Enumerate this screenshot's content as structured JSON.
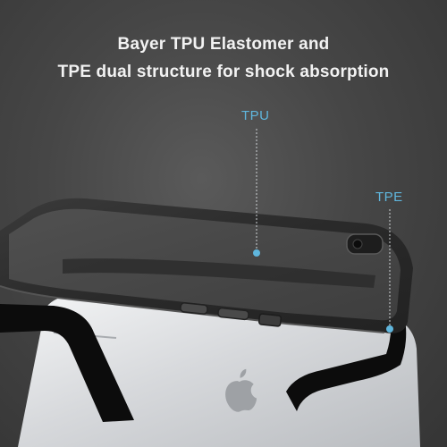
{
  "headline": {
    "line1": "Bayer TPU Elastomer and",
    "line2": "TPE dual structure for shock absorption"
  },
  "callouts": {
    "tpu": "TPU",
    "tpe": "TPE"
  },
  "colors": {
    "background": "#474747",
    "headline_text": "#f2f2f2",
    "callout": "#5fb6dd",
    "case_shell": "#2b2b2b",
    "bumper": "#0c0c0c",
    "phone_silver": "#d9dbde"
  },
  "icons": [
    "apple-logo-icon",
    "camera-icon"
  ]
}
